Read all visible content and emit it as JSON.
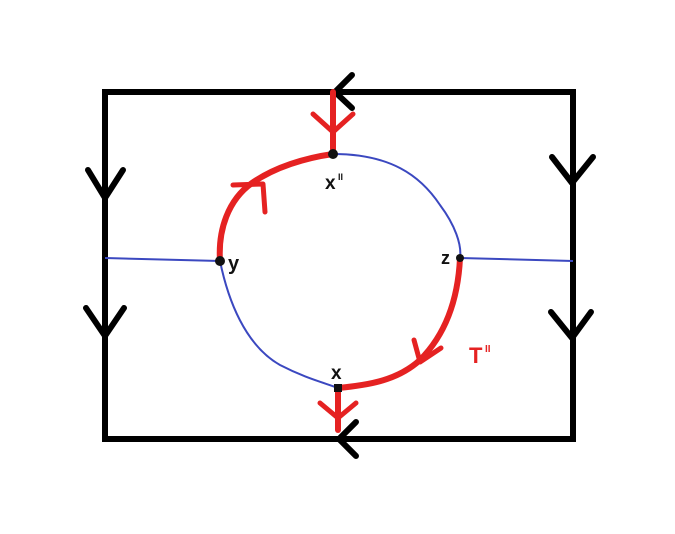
{
  "labels": {
    "x_top": "x",
    "x_top_superscript": "II",
    "y": "y",
    "z": "z",
    "x_bottom": "x",
    "t": "T",
    "t_superscript": "II"
  },
  "colors": {
    "frame": "#000000",
    "red_path": "#e52222",
    "blue_curve": "#3b48c0",
    "label_text": "#111111",
    "t_label": "#e52222"
  }
}
